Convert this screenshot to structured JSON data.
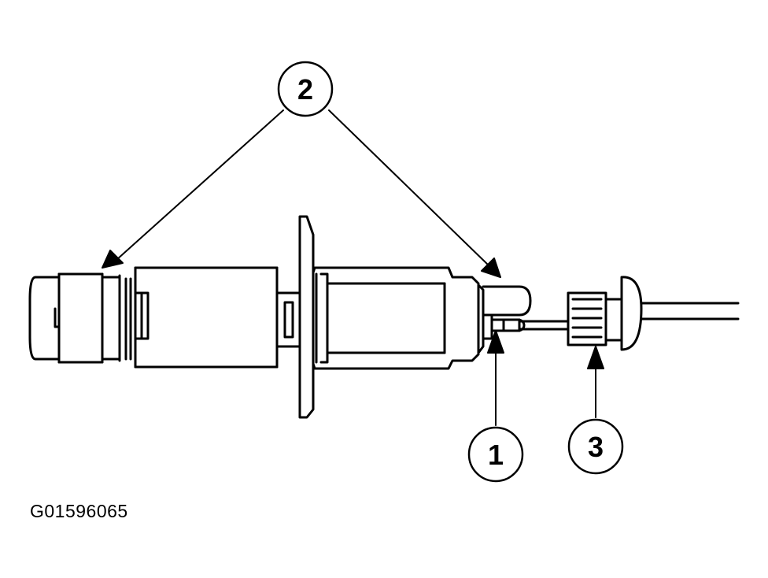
{
  "figure": {
    "id": "G01596065",
    "callouts": [
      {
        "label": "2"
      },
      {
        "label": "1"
      },
      {
        "label": "3"
      }
    ]
  },
  "colors": {
    "line": "#000000",
    "background": "#ffffff"
  }
}
